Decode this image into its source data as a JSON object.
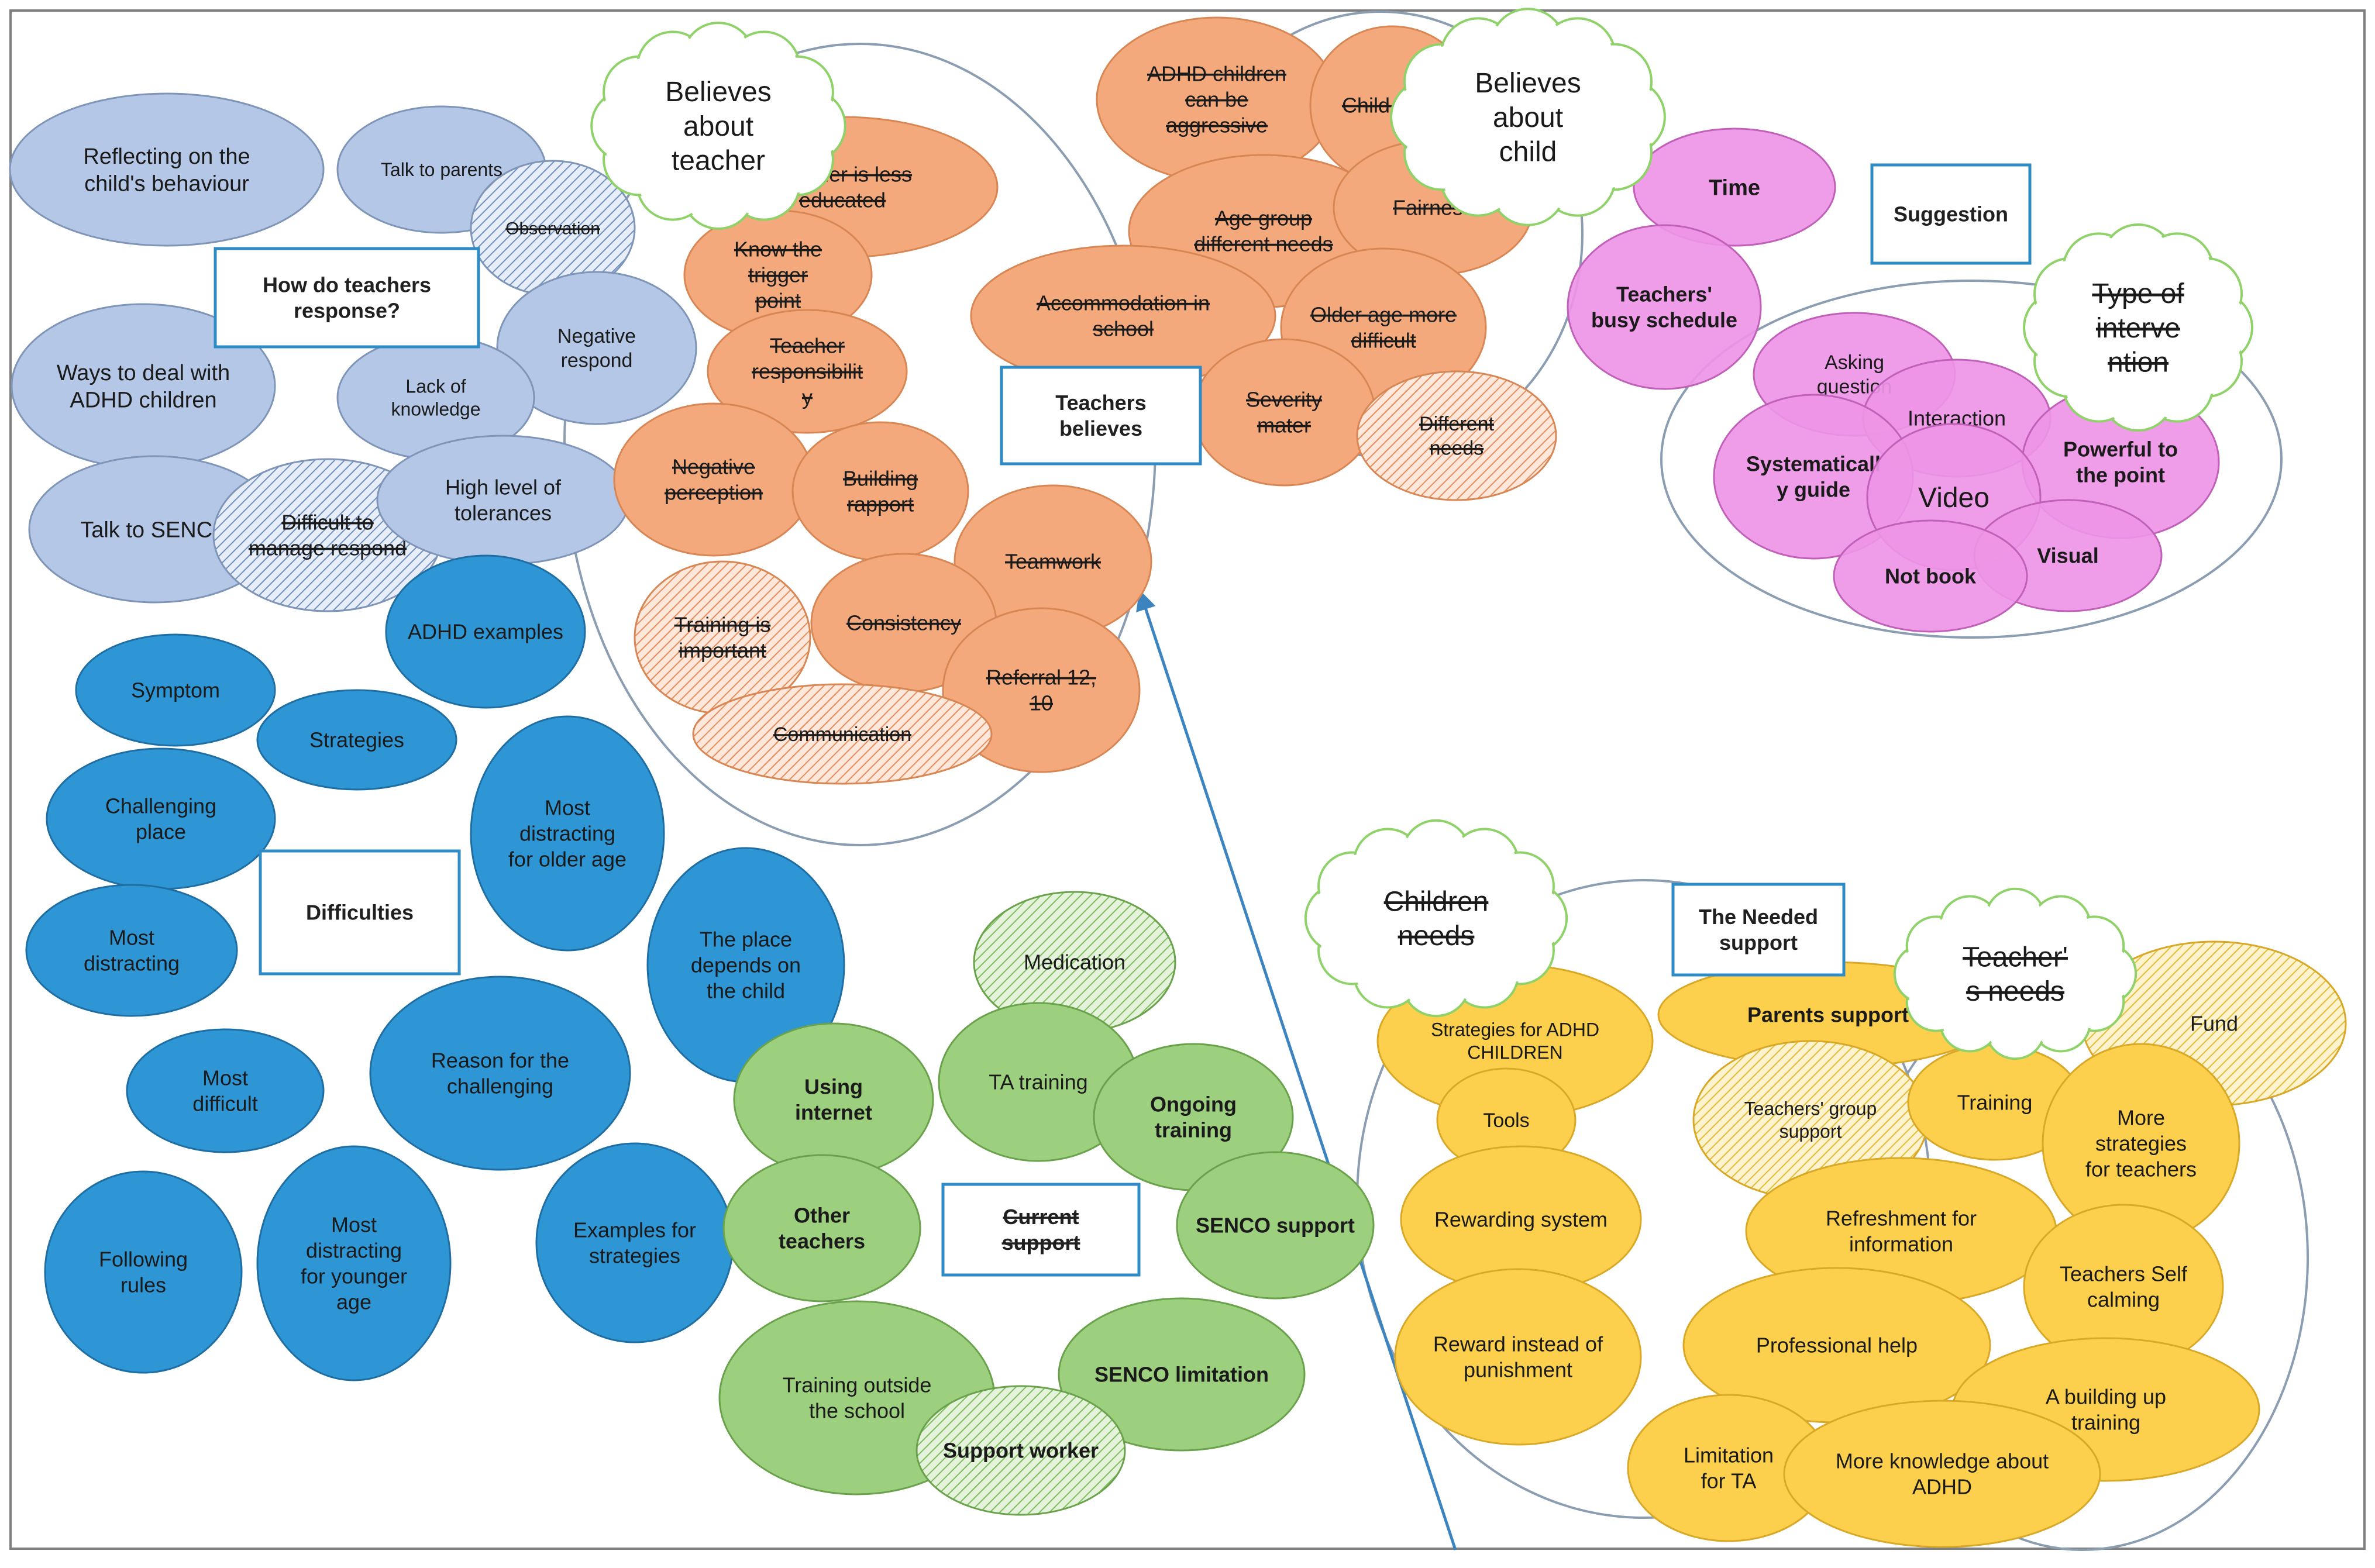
{
  "colors": {
    "light_blue": "#b4c7e7",
    "dark_blue": "#2e96d5",
    "orange": "#f4a97c",
    "magenta": "#ee95e6",
    "green": "#9ccf7e",
    "yellow": "#fcd04d",
    "cloud_outline": "#8fd269",
    "label_border": "#2e8bc5",
    "ring": "#8b9db1"
  },
  "labels": {
    "how_teachers": "How do teachers response?",
    "teachers_believes": "Teachers believes",
    "suggestion": "Suggestion",
    "difficulties": "Difficulties",
    "current_support": "Current support",
    "needed_support": "The Needed support"
  },
  "clouds": {
    "about_teacher": "Believes about teacher",
    "about_child": "Believes about child",
    "type_intervention": "Type of intervention",
    "children_needs": "Children needs",
    "teachers_needs": "Teacher's needs"
  },
  "nodes": {
    "reflecting": "Reflecting on the child's behaviour",
    "talk_parents": "Talk to parents",
    "observation": "Observation",
    "ways_deal": "Ways to deal with ADHD children",
    "negative_respond": "Negative respond",
    "lack_knowledge": "Lack of knowledge",
    "talk_senco": "Talk to SENCO",
    "difficult_manage": "Difficult to manage respond",
    "high_tolerance": "High level of tolerances",
    "teacher_less_educated": "Teacher is less educated",
    "know_trigger": "Know the trigger point",
    "teacher_responsibility": "Teacher responsibility",
    "negative_perception": "Negative perception",
    "building_rapport": "Building rapport",
    "teamwork": "Teamwork",
    "training_important": "Training is important",
    "consistency": "Consistency",
    "referral": "Referral 12, 10",
    "communication": "Communication",
    "adhd_aggressive": "ADHD children can be aggressive",
    "child_need": "Child need",
    "age_group": "Age group different needs",
    "fairness": "Fairness",
    "accommodation": "Accommodation in school",
    "older_age": "Older age more difficult",
    "severity": "Severity mater",
    "different_needs": "Different needs",
    "time": "Time",
    "busy_schedule": "Teachers' busy schedule",
    "asking_question": "Asking question",
    "interaction": "Interaction",
    "powerful": "Powerful to the point",
    "systematically": "Systematically guide",
    "video": "Video",
    "visual": "Visual",
    "not_book": "Not book",
    "adhd_examples": "ADHD examples",
    "symptom": "Symptom",
    "strategies": "Strategies",
    "challenging_place": "Challenging place",
    "most_distracting_older": "Most distracting for older age",
    "most_distracting": "Most distracting",
    "place_depends": "The place depends on the child",
    "most_difficult": "Most difficult",
    "reason_challenging": "Reason for the challenging",
    "examples_strategies": "Examples for strategies",
    "following_rules": "Following rules",
    "most_distracting_younger": "Most distracting for younger age",
    "medication": "Medication",
    "ta_training": "TA training",
    "using_internet": "Using internet",
    "ongoing_training": "Ongoing training",
    "senco_support": "SENCO support",
    "other_teachers": "Other teachers",
    "training_outside": "Training outside the school",
    "senco_limitation": "SENCO limitation",
    "support_worker": "Support worker",
    "strategies_adhd": "Strategies for ADHD CHILDREN",
    "parents_support": "Parents support",
    "fund": "Fund",
    "tools": "Tools",
    "teachers_group": "Teachers' group support",
    "training": "Training",
    "more_strategies": "More strategies for teachers",
    "rewarding_system": "Rewarding system",
    "refreshment": "Refreshment for information",
    "teachers_self_calming": "Teachers Self calming",
    "reward_instead": "Reward instead of punishment",
    "professional_help": "Professional help",
    "building_up": "A building up training",
    "limitation_ta": "Limitation for TA",
    "more_knowledge": "More knowledge about ADHD"
  }
}
